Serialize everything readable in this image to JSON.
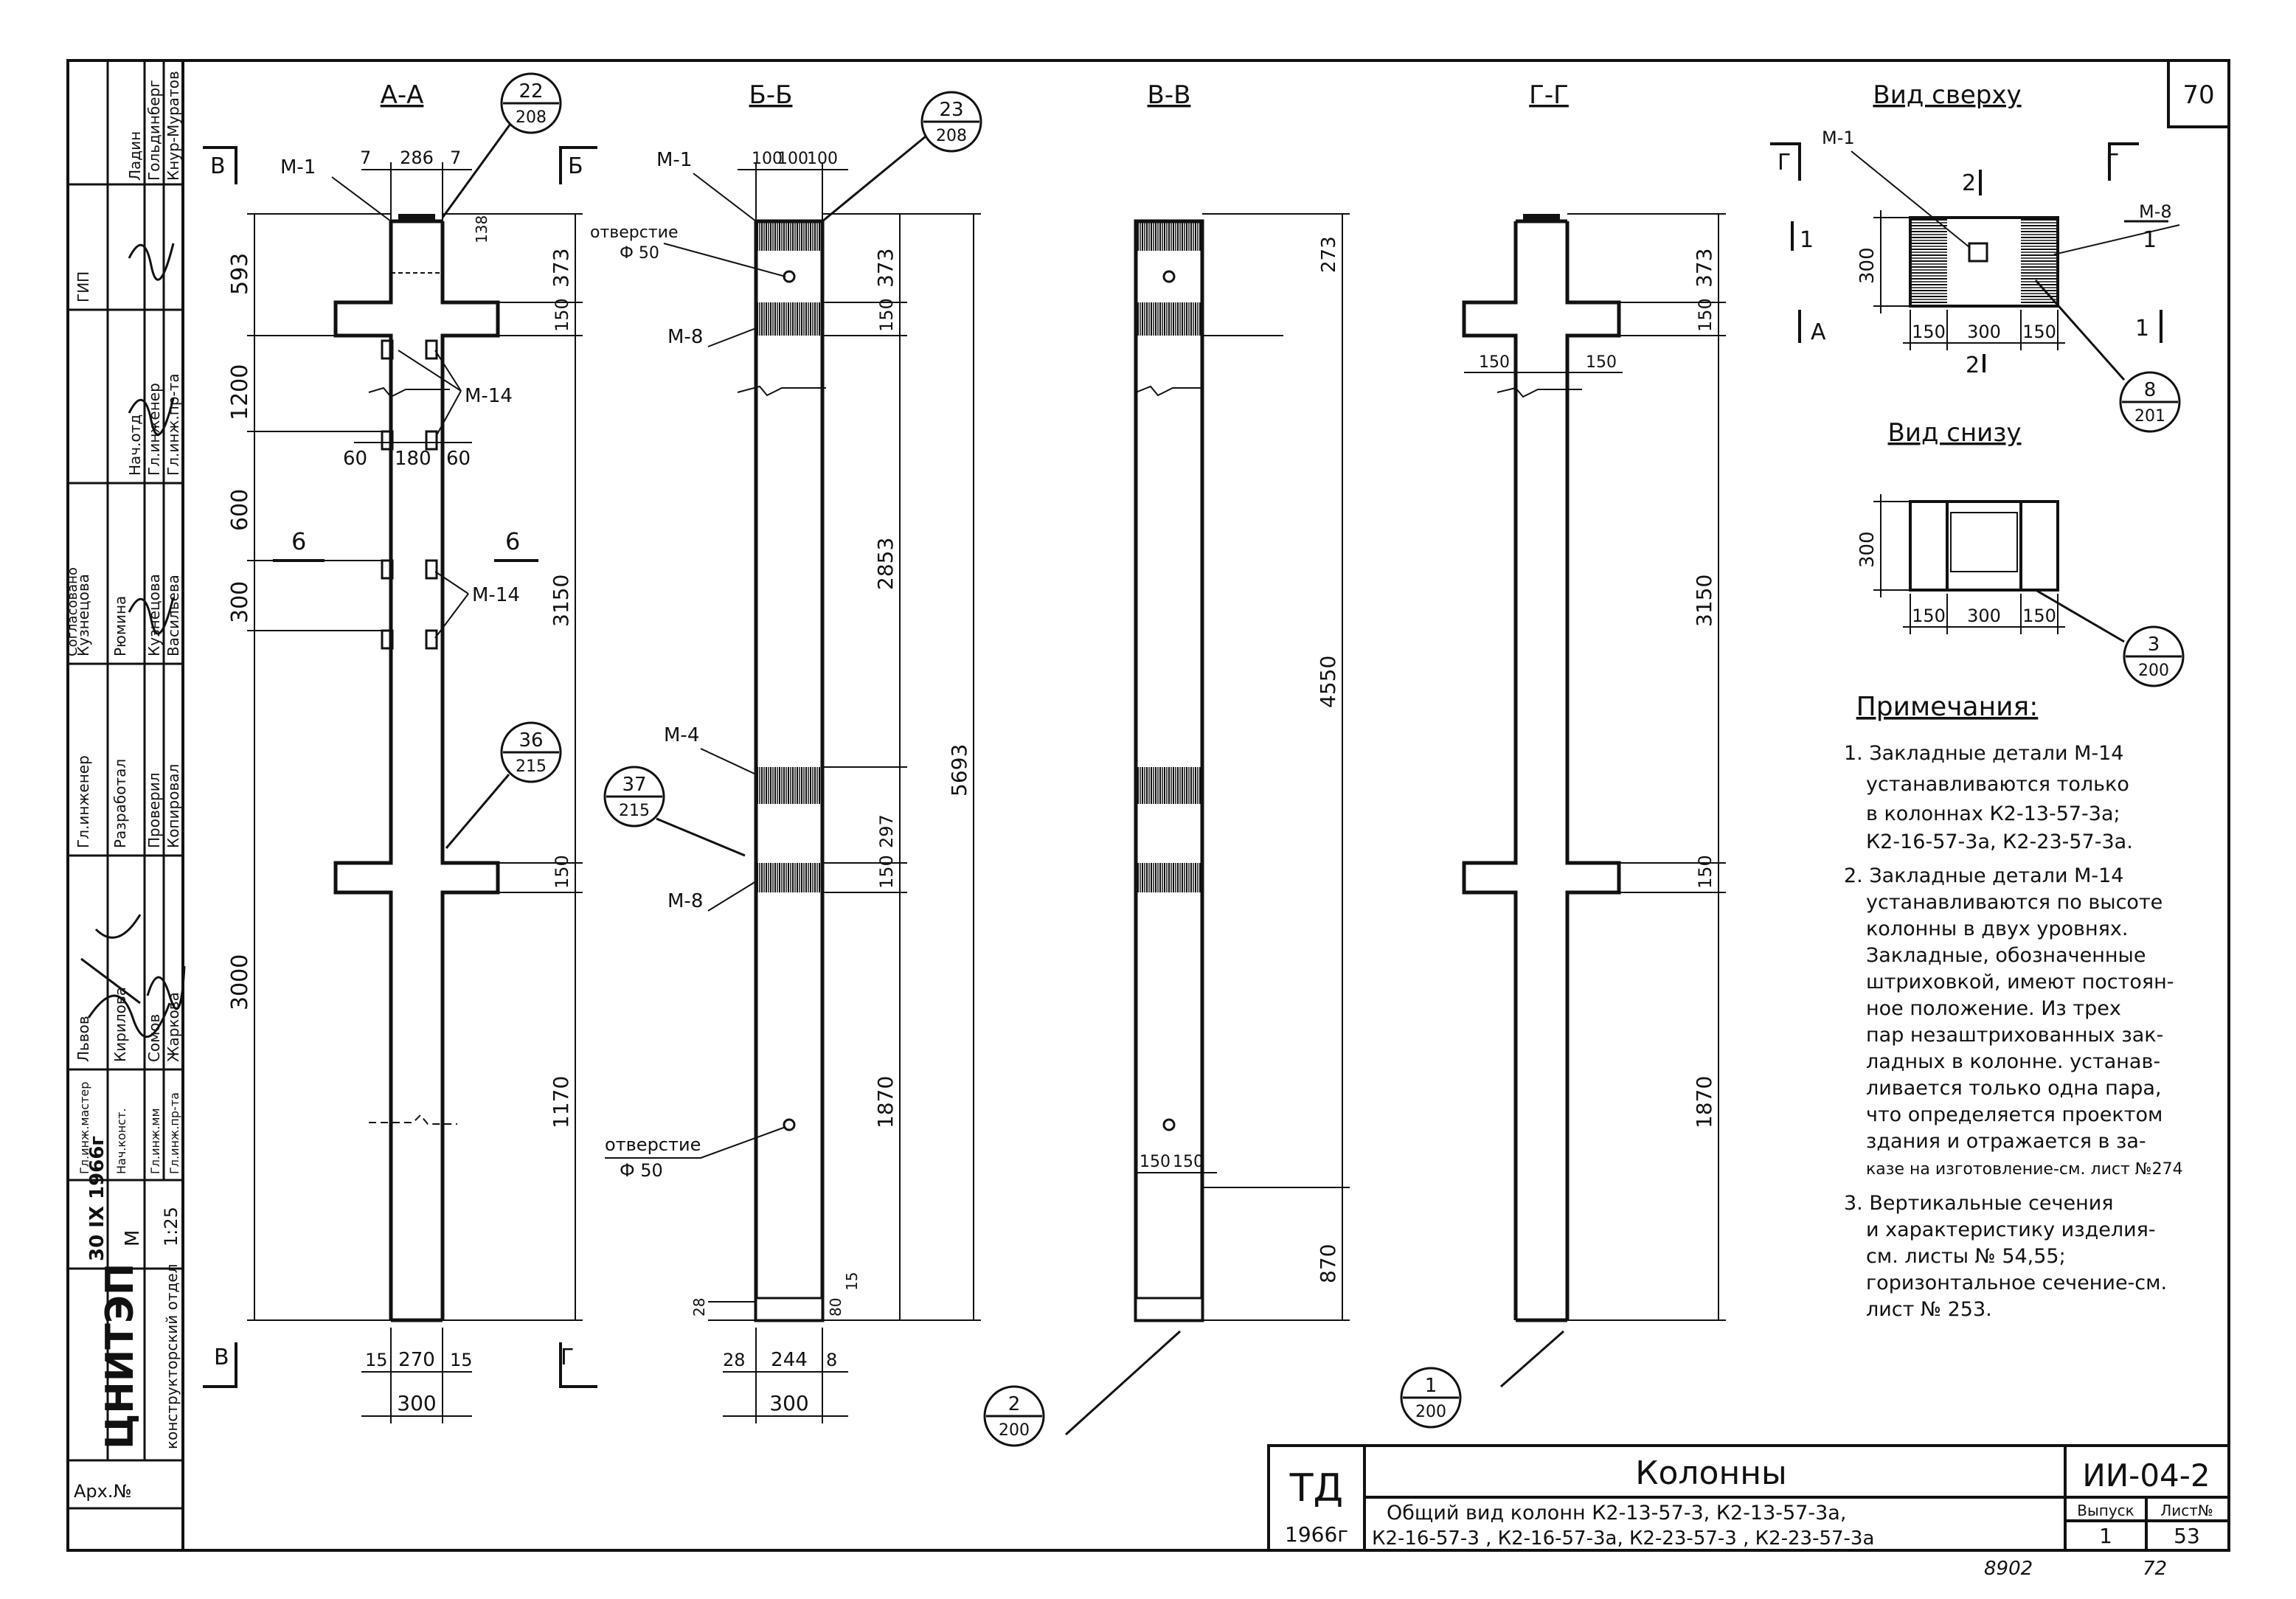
{
  "sheet_number": "70",
  "sections": {
    "aa": "А-А",
    "bb": "Б-Б",
    "vv": "В-В",
    "gg": "Г-Г",
    "top_view": "Вид сверху",
    "bottom_view": "Вид снизу"
  },
  "cut_marks": {
    "b": "Б",
    "v": "В",
    "g": "Г",
    "a": "А",
    "six": "6",
    "one": "1",
    "two": "2"
  },
  "callouts": [
    {
      "top": "22",
      "bottom": "208"
    },
    {
      "top": "23",
      "bottom": "208"
    },
    {
      "top": "36",
      "bottom": "215"
    },
    {
      "top": "37",
      "bottom": "215"
    },
    {
      "top": "2",
      "bottom": "200"
    },
    {
      "top": "1",
      "bottom": "200"
    },
    {
      "top": "8",
      "bottom": "201"
    },
    {
      "top": "3",
      "bottom": "200"
    }
  ],
  "labels": {
    "m1": "М-1",
    "m8": "М-8",
    "m14": "М-14",
    "m4": "М-4",
    "hole": "отверстие",
    "hole_d": "Ф 50"
  },
  "dims_aa": {
    "top_left": "7",
    "top_mid": "286",
    "top_right": "7",
    "d593": "593",
    "d1200": "1200",
    "d600": "600",
    "d300": "300",
    "d3000": "3000",
    "d373": "373",
    "d150": "150",
    "d3150": "3150",
    "d150b": "150",
    "d1170": "1170",
    "d138": "138",
    "d60a": "60",
    "d180": "180",
    "d60b": "60",
    "b15a": "15",
    "b270": "270",
    "b15b": "15",
    "b300": "300"
  },
  "dims_bb": {
    "t100a": "100",
    "t100b": "100",
    "t100c": "100",
    "d373": "373",
    "d150": "150",
    "d2853": "2853",
    "d297": "297",
    "d150b": "150",
    "d1870": "1870",
    "d5693": "5693",
    "d28": "28",
    "d80": "80",
    "d15": "15",
    "b28": "28",
    "b244": "244",
    "b8": "8",
    "b300": "300"
  },
  "dims_vv": {
    "d273": "273",
    "d4550": "4550",
    "d870": "870",
    "d150a": "150",
    "d150b": "150"
  },
  "dims_gg": {
    "d373": "373",
    "d150": "150",
    "d150l": "150",
    "d150r": "150",
    "d3150": "3150",
    "d150b": "150",
    "d1870": "1870"
  },
  "dims_top": {
    "h300": "300",
    "w150a": "150",
    "w300": "300",
    "w150b": "150"
  },
  "dims_bottom": {
    "h300": "300",
    "w150a": "150",
    "w300": "300",
    "w150b": "150"
  },
  "notes": {
    "title": "Примечания:",
    "lines": [
      "1. Закладные детали М-14",
      "устанавливаются только",
      "в колоннах К2-13-57-3а;",
      "К2-16-57-3а, К2-23-57-3а.",
      "2. Закладные детали М-14",
      "устанавливаются по высоте",
      "колонны в двух уровнях.",
      "Закладные, обозначенные",
      "штриховкой, имеют постоян-",
      "ное положение. Из трех",
      "пар незаштрихованных зак-",
      "ладных в колонне. устанав-",
      "ливается только одна пара,",
      "что определяется проектом",
      "здания и отражается в за-",
      "казе на изготовление-см. лист №274",
      "3. Вертикальные сечения",
      "и характеристику изделия-",
      "см. листы № 54,55;",
      "горизонтальное сечение-см.",
      "лист № 253."
    ]
  },
  "title_block": {
    "td": "ТД",
    "year": "1966г",
    "name": "Колонны",
    "desc1": "Общий вид колонн К2-13-57-3, К2-13-57-3а,",
    "desc2": "К2-16-57-3 , К2-16-57-3а, К2-23-57-3 , К2-23-57-3а",
    "code": "ИИ-04-2",
    "issue_label": "Выпуск",
    "issue": "1",
    "sheet_label": "Лист№",
    "sheet": "53",
    "below_left": "8902",
    "below_right": "72"
  },
  "stamp": {
    "org": "ЦНИТЭП",
    "dept": "конструкторский отдел",
    "date": "30 IX 1966г",
    "scale_m": "М",
    "scale": "1:25",
    "arch": "Арх.№",
    "agreed": "Согласовано",
    "rows": [
      [
        "ГИП",
        "Ладин"
      ],
      [
        "",
        "Гольдинберг"
      ],
      [
        "",
        "Кнур-Муратов"
      ],
      [
        "Нач.отд",
        ""
      ],
      [
        "Гл.инженер",
        ""
      ],
      [
        "Гл.инж.пр-та",
        ""
      ],
      [
        "Кузнецова",
        ""
      ],
      [
        "Рюмина",
        ""
      ],
      [
        "Кузнецова",
        ""
      ],
      [
        "Васильева",
        ""
      ],
      [
        "Гл.инженер",
        "Львов"
      ],
      [
        "Разработал",
        "Кирилова"
      ],
      [
        "Проверил",
        "Сомов"
      ],
      [
        "Копировал",
        "Жаркова"
      ],
      [
        "Гл.инж.мастер",
        ""
      ],
      [
        "Нач.конст.",
        ""
      ],
      [
        "Гл.инж.мм",
        ""
      ],
      [
        "Гл.инж.пр-та",
        ""
      ]
    ]
  }
}
